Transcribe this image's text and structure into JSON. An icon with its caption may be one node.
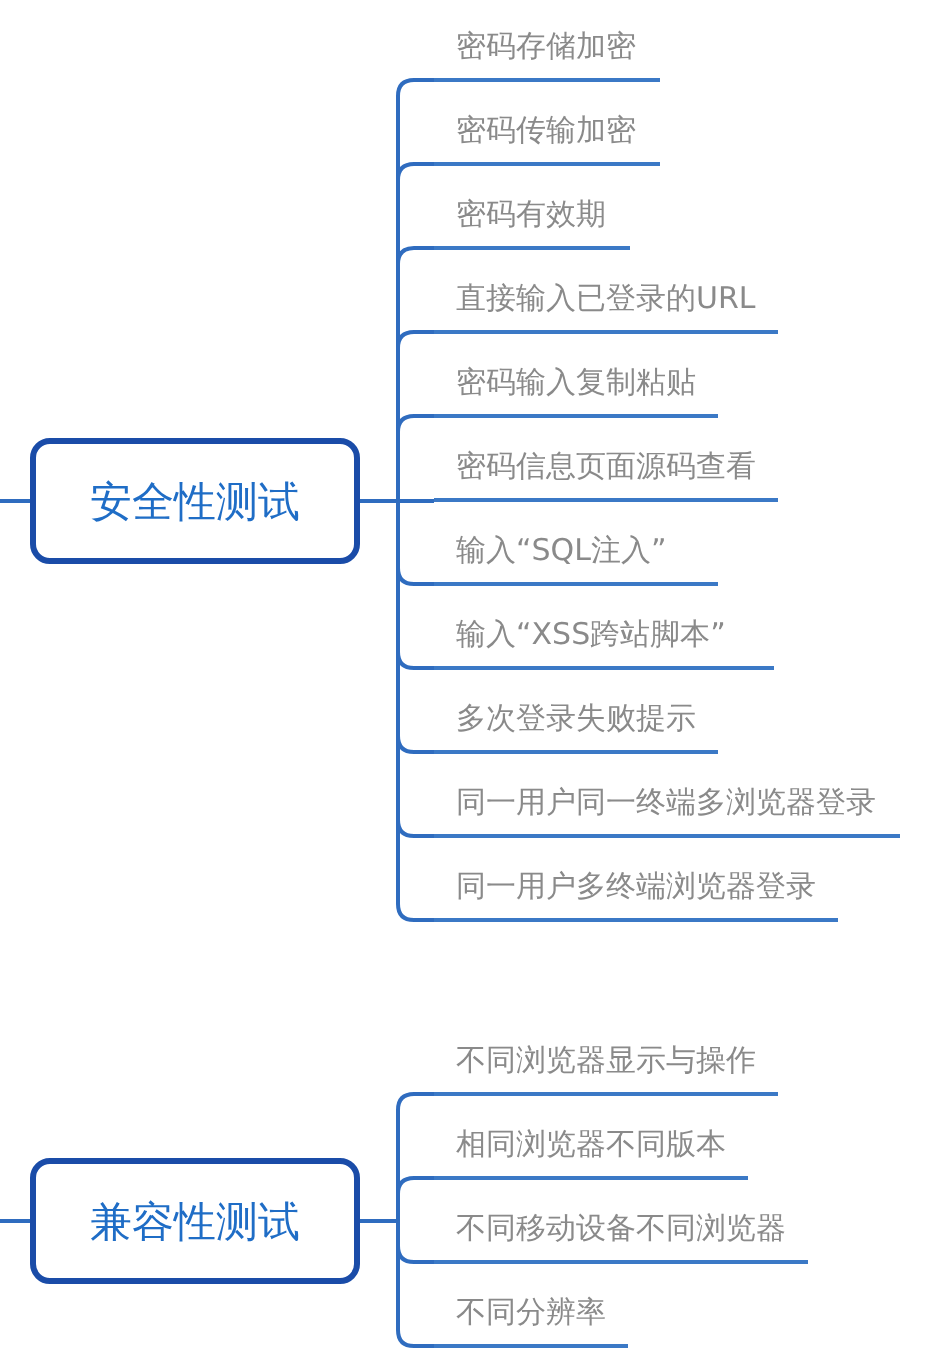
{
  "diagram": {
    "nodes": [
      {
        "text": [
          "安全性测试"
        ]
      },
      {
        "text": [
          "密码存储加密"
        ]
      },
      {
        "text": [
          "密码传输加密"
        ]
      },
      {
        "text": [
          "密码有效期"
        ]
      },
      {
        "text": [
          "直接输入已登录的URL"
        ]
      },
      {
        "text": [
          "密码输入复制粘贴"
        ]
      },
      {
        "text": [
          "密码信息页面源码查看"
        ]
      },
      {
        "text": [
          "输入“SQL注入”"
        ]
      },
      {
        "text": [
          "输入“XSS跨站脚本”"
        ]
      },
      {
        "text": [
          "多次登录失败提示"
        ]
      },
      {
        "text": [
          "同一用户同一终端多浏览器登录"
        ]
      },
      {
        "text": [
          "同一用户多终端浏览器登录"
        ]
      },
      {
        "text": [
          "兼容性测试"
        ]
      },
      {
        "text": [
          "不同浏览器显示与操作"
        ]
      },
      {
        "text": [
          "相同浏览器不同版本"
        ]
      },
      {
        "text": [
          "不同移动设备不同浏览器"
        ]
      },
      {
        "text": [
          "不同分辨率"
        ]
      }
    ],
    "edges": [
      {
        "from": null,
        "to": 0,
        "arrow": "none"
      },
      {
        "from": 0,
        "to": 1,
        "arrow": "none"
      },
      {
        "from": 0,
        "to": 2,
        "arrow": "none"
      },
      {
        "from": 0,
        "to": 3,
        "arrow": "none"
      },
      {
        "from": 0,
        "to": 4,
        "arrow": "none"
      },
      {
        "from": 0,
        "to": 5,
        "arrow": "none"
      },
      {
        "from": 0,
        "to": 6,
        "arrow": "none"
      },
      {
        "from": 0,
        "to": 7,
        "arrow": "none"
      },
      {
        "from": 0,
        "to": 8,
        "arrow": "none"
      },
      {
        "from": 0,
        "to": 9,
        "arrow": "none"
      },
      {
        "from": 0,
        "to": 10,
        "arrow": "none"
      },
      {
        "from": 0,
        "to": 11,
        "arrow": "none"
      },
      {
        "from": null,
        "to": 12,
        "arrow": "none"
      },
      {
        "from": 12,
        "to": 13,
        "arrow": "none"
      },
      {
        "from": 12,
        "to": 14,
        "arrow": "none"
      },
      {
        "from": 12,
        "to": 15,
        "arrow": "none"
      },
      {
        "from": 12,
        "to": 16,
        "arrow": "none"
      }
    ]
  }
}
